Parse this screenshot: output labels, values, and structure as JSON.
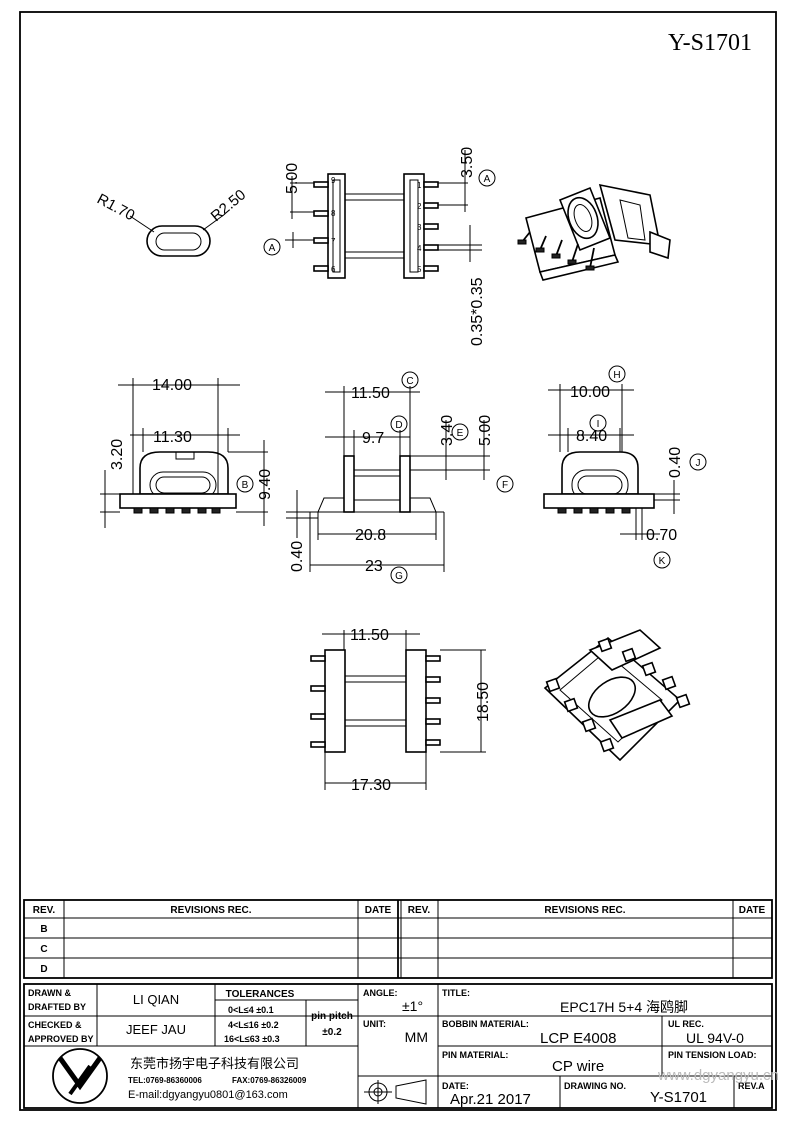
{
  "drawing_code": "Y-S1701",
  "views": {
    "oval": {
      "r_inner": "R1.70",
      "r_outer": "R2.50"
    },
    "top_pins": {
      "dim_height": "5.00",
      "dim_pitch": "3.50",
      "dim_pin": "0.35*0.35",
      "pins_right": [
        "1",
        "2",
        "3",
        "4",
        "5"
      ],
      "pins_left": [
        "9",
        "8",
        "7",
        "6"
      ]
    },
    "front": {
      "dim_width": "14.00",
      "dim_inner": "11.30",
      "dim_h1": "3.20",
      "dim_h2": "9.40"
    },
    "side": {
      "dim_11_50": "11.50",
      "dim_9_7": "9.7",
      "dim_3_40": "3.40",
      "dim_5_00": "5.00",
      "dim_20_8": "20.8",
      "dim_23": "23",
      "dim_0_40": "0.40"
    },
    "right": {
      "dim_10_00": "10.00",
      "dim_8_40": "8.40",
      "dim_0_40": "0.40",
      "dim_0_70": "0.70"
    },
    "bottom": {
      "dim_top": "11.50",
      "dim_width": "17.30",
      "dim_height": "18.50"
    },
    "circle_labels": {
      "A": "A",
      "B": "B",
      "C": "C",
      "D": "D",
      "E": "E",
      "F": "F",
      "G": "G",
      "H": "H",
      "I": "I",
      "J": "J",
      "K": "K"
    }
  },
  "revisions": {
    "header_left": [
      "REV.",
      "REVISIONS   REC.",
      "DATE"
    ],
    "header_right": [
      "REV.",
      "REVISIONS   REC.",
      "DATE"
    ],
    "rows": [
      "B",
      "C",
      "D"
    ]
  },
  "title_block": {
    "drawn_label": "DRAWN &\nDRAFTED BY",
    "drawn_value": "LI QIAN",
    "checked_label": "CHECKED &\nAPPROVED BY",
    "checked_value": "JEEF JAU",
    "tolerances_label": "TOLERANCES",
    "tol_1": "0<L≤4    ±0.1",
    "tol_2": "4<L≤16  ±0.2",
    "tol_3": "16<L≤63  ±0.3",
    "pin_pitch_label": "pin pitch",
    "pin_pitch_value": "±0.2",
    "angle_label": "ANGLE:",
    "angle_value": "±1°",
    "unit_label": "UNIT:",
    "unit_value": "MM",
    "title_label": "TITLE:",
    "title_value": "EPC17H  5+4  海鸥脚",
    "bobbin_label": "BOBBIN MATERIAL:",
    "bobbin_value": "LCP  E4008",
    "ul_label": "UL REC.",
    "ul_value": "UL  94V-0",
    "pin_material_label": "PIN MATERIAL:",
    "pin_material_value": "CP  wire",
    "pin_tension_label": "PIN TENSION LOAD:",
    "date_label": "DATE:",
    "date_value": "Apr.21  2017",
    "drawing_no_label": "DRAWING NO.",
    "drawing_no_value": "Y-S1701",
    "rev_label": "REV.A",
    "company_name": "东莞市扬宇电子科技有限公司",
    "tel": "TEL:0769-86360006",
    "fax": "FAX:0769-86326009",
    "email": "E-mail:dgyangyu0801@163.com",
    "watermark": "www.dgyangyu.cn"
  }
}
